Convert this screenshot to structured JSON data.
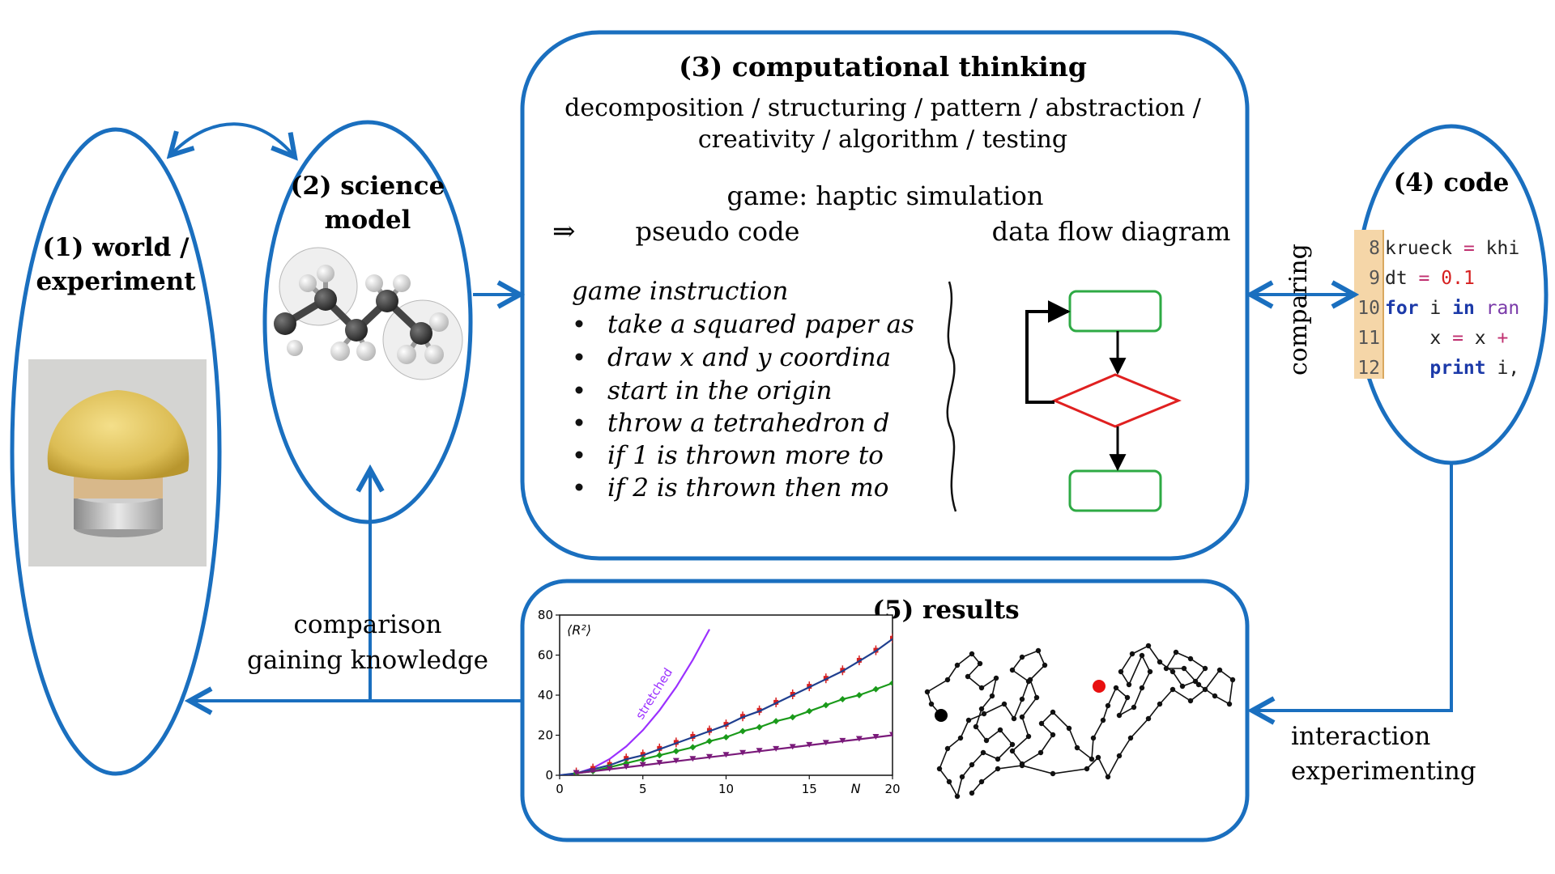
{
  "colors": {
    "frame": "#1a6fbf",
    "flow_green": "#2eaa44",
    "flow_red": "#e02020",
    "code_gutter": "#f5d6a8"
  },
  "nodes": {
    "world": {
      "title_line1": "(1) world /",
      "title_line2": "experiment"
    },
    "science": {
      "title_line1": "(2) science",
      "title_line2": "model"
    },
    "computational": {
      "title": "(3) computational thinking",
      "keywords_line1": "decomposition / structuring / pattern / abstraction /",
      "keywords_line2": "creativity / algorithm / testing",
      "game": "game: haptic simulation",
      "implies": "⇒",
      "pseudo_label": "pseudo code",
      "flow_label": "data flow diagram",
      "instruction_title": "game instruction",
      "instructions": [
        "take a squared paper as",
        "draw x and y coordina",
        "start in the origin",
        "throw a tetrahedron d",
        "if 1 is thrown more to",
        "if 2 is thrown then mo"
      ]
    },
    "code": {
      "title": "(4) code",
      "lines": [
        {
          "num": "8",
          "text": "krueck = khi"
        },
        {
          "num": "9",
          "text": "dt = 0.1"
        },
        {
          "num": "10",
          "text": "for i in ran"
        },
        {
          "num": "11",
          "text": "    x = x +"
        },
        {
          "num": "12",
          "text": "    print i,"
        }
      ]
    },
    "results": {
      "title": "(5) results"
    }
  },
  "edge_labels": {
    "comparing": "comparing",
    "comparison_line1": "comparison",
    "comparison_line2": "gaining knowledge",
    "interaction_line1": "interaction",
    "interaction_line2": "experimenting"
  },
  "chart_data": {
    "type": "line",
    "ylabel": "⟨R²⟩",
    "xlabel": "N",
    "xlim": [
      0,
      20
    ],
    "ylim": [
      0,
      80
    ],
    "x_ticks": [
      0,
      5,
      10,
      15,
      20
    ],
    "y_ticks": [
      0,
      20,
      40,
      60,
      80
    ],
    "annotation": "stretched",
    "series": [
      {
        "name": "stretched",
        "color": "#9b30ff",
        "x": [
          0,
          1,
          2,
          3,
          4,
          5,
          6,
          7,
          8,
          9
        ],
        "y": [
          0,
          0.9,
          3.6,
          8.1,
          14.4,
          22.5,
          32.4,
          44.1,
          57.6,
          72.9
        ]
      },
      {
        "color": "#d62020",
        "x": [
          1,
          2,
          3,
          4,
          5,
          6,
          7,
          8,
          9,
          10,
          11,
          12,
          13,
          14,
          15,
          16,
          17,
          18,
          19,
          20
        ],
        "y": [
          1,
          3,
          5,
          8,
          10,
          13,
          16,
          19,
          22,
          25,
          29,
          32,
          36,
          40,
          44,
          48,
          52,
          57,
          62,
          68
        ]
      },
      {
        "color": "#1f3f8f",
        "x": [
          0,
          1,
          2,
          3,
          4,
          5,
          6,
          7,
          8,
          9,
          10,
          11,
          12,
          13,
          14,
          15,
          16,
          17,
          18,
          19,
          20
        ],
        "y": [
          0,
          1,
          3,
          5,
          8,
          10,
          13,
          16,
          19,
          22,
          25,
          29,
          32,
          36,
          40,
          44,
          48,
          52,
          57,
          62,
          68
        ]
      },
      {
        "color": "#1a9a1a",
        "x": [
          1,
          2,
          3,
          4,
          5,
          6,
          7,
          8,
          9,
          10,
          11,
          12,
          13,
          14,
          15,
          16,
          17,
          18,
          19,
          20
        ],
        "y": [
          1,
          2,
          4,
          6,
          8,
          10,
          12,
          14,
          17,
          19,
          22,
          24,
          27,
          29,
          32,
          35,
          38,
          40,
          43,
          46
        ]
      },
      {
        "color": "#7a1a7a",
        "x": [
          1,
          2,
          3,
          4,
          5,
          6,
          7,
          8,
          9,
          10,
          11,
          12,
          13,
          14,
          15,
          16,
          17,
          18,
          19,
          20
        ],
        "y": [
          1,
          2,
          3,
          4,
          5,
          6,
          7,
          8,
          9,
          10,
          11,
          12,
          13,
          14,
          15,
          16,
          17,
          18,
          19,
          20
        ]
      }
    ]
  }
}
